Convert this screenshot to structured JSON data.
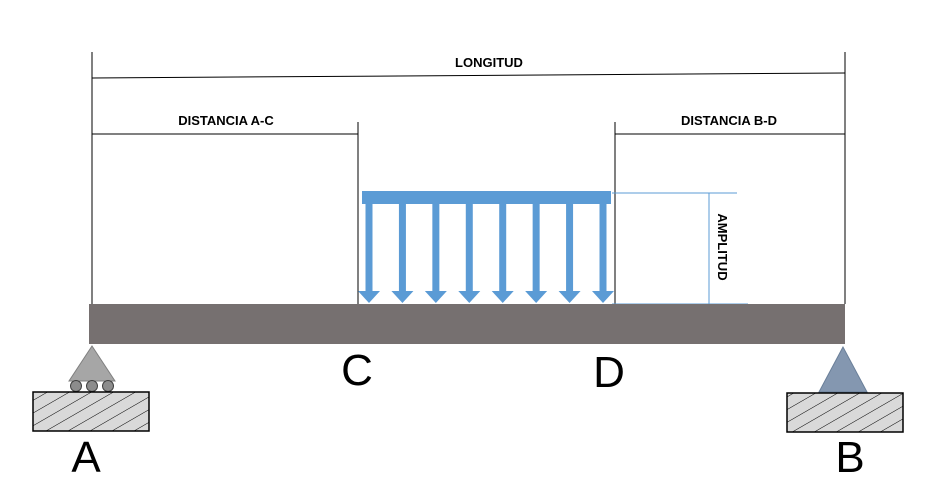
{
  "labels": {
    "length": "LONGITUD",
    "distance_ac": "DISTANCIA A-C",
    "distance_bd": "DISTANCIA B-D",
    "amplitude": "AMPLITUD"
  },
  "nodes": {
    "a": "A",
    "b": "B",
    "c": "C",
    "d": "D"
  },
  "load": {
    "type": "uniformly-distributed",
    "arrow_count": 8
  },
  "colors": {
    "beam": "#767070",
    "load": "#5b9bd5",
    "amplitude_line": "#5b9bd5",
    "support_a": "#a6a6a6",
    "support_b": "#8497b0",
    "ground_fill": "#d9d9d9",
    "lines": "#000000"
  }
}
